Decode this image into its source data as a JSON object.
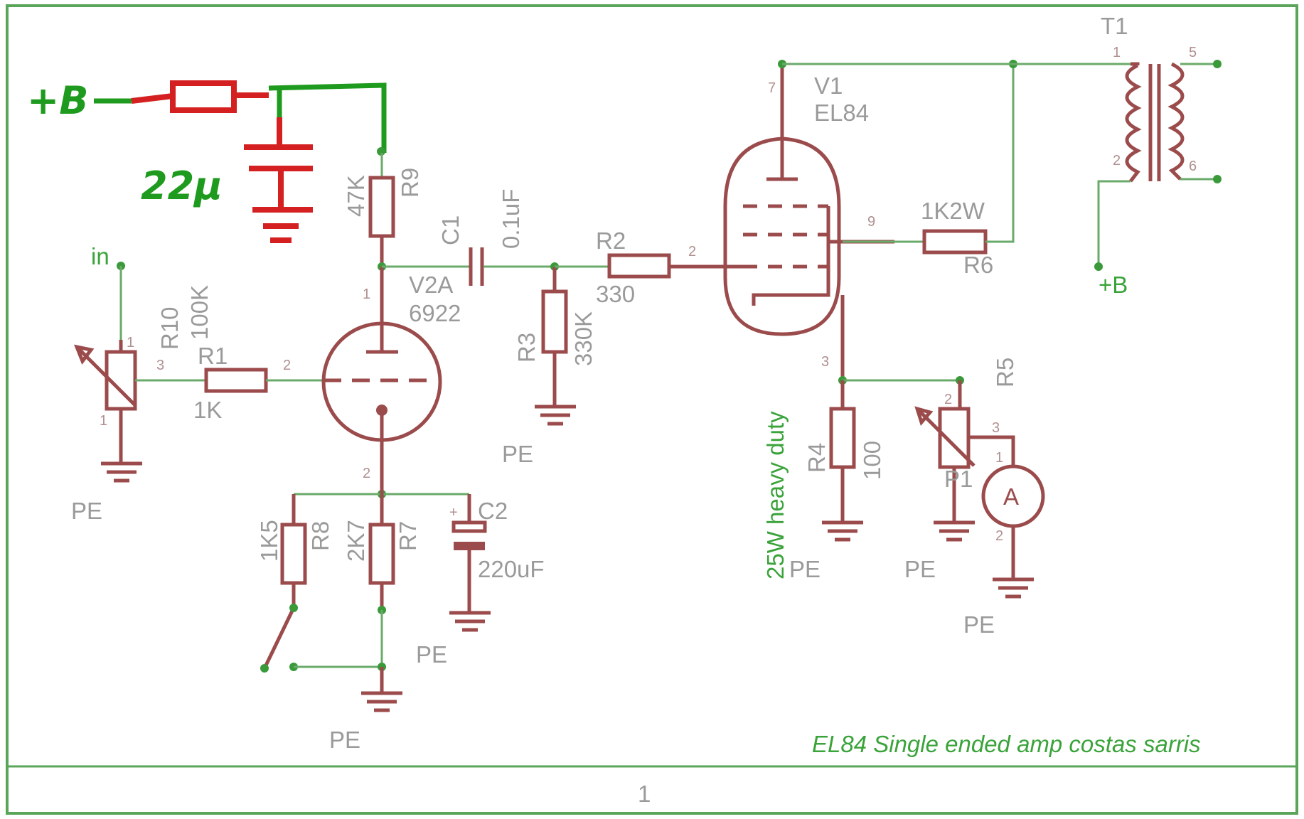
{
  "colors": {
    "frame": "#5aa55a",
    "component": "#9b4b4b",
    "net": "#6aaa6a",
    "text": "#9a9a9a",
    "handwritten_green": "#1e9b1e",
    "handwritten_red": "#d42020"
  },
  "title": "EL84 Single ended amp costas sarris",
  "sheet_number": "1",
  "handwritten": {
    "supply": "+B",
    "cap_value": "22μ"
  },
  "nets": {
    "input": "in",
    "bplus": "+B",
    "ground": "PE"
  },
  "components": {
    "R10": {
      "name": "R10",
      "value": "100K"
    },
    "R1": {
      "name": "R1",
      "value": "1K"
    },
    "V2A": {
      "name": "V2A",
      "value": "6922"
    },
    "R9": {
      "name": "R9",
      "value": "47K"
    },
    "C1": {
      "name": "C1",
      "value": "0.1uF"
    },
    "R3": {
      "name": "R3",
      "value": "330K"
    },
    "R2": {
      "name": "R2",
      "value": "330"
    },
    "R8": {
      "name": "R8",
      "value": "1K5"
    },
    "R7": {
      "name": "R7",
      "value": "2K7"
    },
    "C2": {
      "name": "C2",
      "value": "220uF"
    },
    "V1": {
      "name": "V1",
      "value": "EL84"
    },
    "R6": {
      "name": "R6",
      "value": "1K2W"
    },
    "R4": {
      "name": "R4",
      "value": "100",
      "note": "25W heavy duty"
    },
    "R5": {
      "name": "R5",
      "value": "P1"
    },
    "meter": {
      "symbol": "A"
    },
    "T1": {
      "name": "T1"
    }
  },
  "pins": {
    "r10_top": "1",
    "r10_wiper": "3",
    "r10_bot": "1",
    "v2a_anode": "1",
    "v2a_grid": "2",
    "v2a_cathode": "2",
    "v1_anode": "7",
    "v1_g2": "9",
    "v1_grid": "2",
    "v1_cathode": "3",
    "r5_top": "2",
    "r5_wiper": "3",
    "meter_top": "1",
    "meter_bot": "2",
    "t1_p1": "1",
    "t1_p2": "2",
    "t1_s5": "5",
    "t1_s6": "6"
  }
}
